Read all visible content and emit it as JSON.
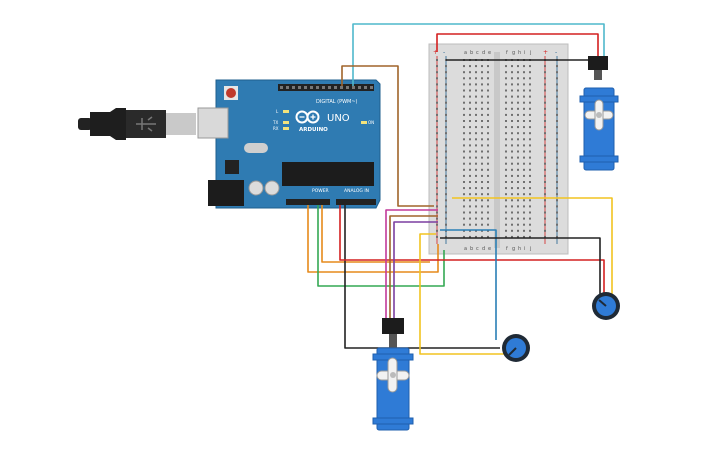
{
  "arduino": {
    "brand": "ARDUINO",
    "model": "UNO",
    "header_digital": "DIGITAL (PWM~)",
    "header_power": "POWER",
    "header_analog": "ANALOG IN",
    "led_on": "ON",
    "led_l": "L",
    "led_tx": "TX",
    "led_rx": "RX"
  },
  "breadboard": {
    "cols_left": [
      "a",
      "b",
      "c",
      "d",
      "e"
    ],
    "cols_right": [
      "f",
      "g",
      "h",
      "i",
      "j"
    ],
    "rail_plus": "+",
    "rail_minus": "-"
  },
  "components": {
    "servo_top_right": "servo",
    "servo_bottom": "servo",
    "pot_right": "potentiometer",
    "pot_bottom": "potentiometer",
    "usb_cable": "usb-cable"
  },
  "wire_colors": {
    "cyan": "#4fb8cc",
    "brown": "#a0642a",
    "red": "#d42020",
    "black": "#222222",
    "yellow": "#f2c320",
    "orange": "#e68a1c",
    "green": "#34a853",
    "magenta": "#c23a9a",
    "purple": "#7b3fa0",
    "blue": "#2a7fb5"
  }
}
